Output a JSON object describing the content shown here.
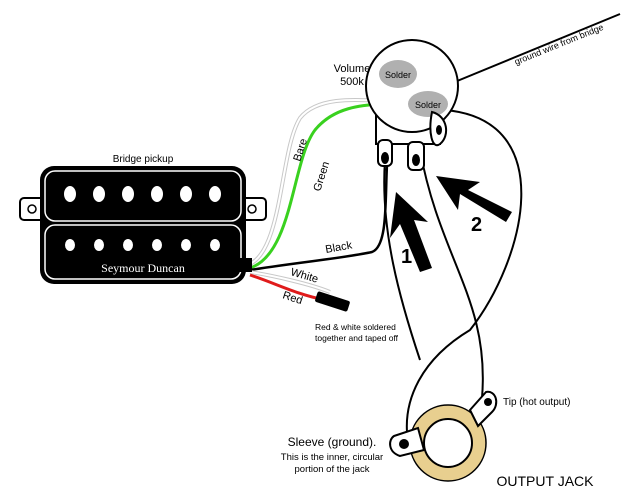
{
  "labels": {
    "bridge_pickup": "Bridge pickup",
    "brand": "Seymour Duncan",
    "volume": "Volume",
    "volume_value": "500k",
    "solder_top": "Solder",
    "solder_bottom": "Solder",
    "ground_wire": "ground wire from bridge",
    "wire_bare": "Bare",
    "wire_green": "Green",
    "wire_black": "Black",
    "wire_white": "White",
    "wire_red": "Red",
    "taped_line1": "Red & white soldered",
    "taped_line2": "together and taped off",
    "arrow_1": "1",
    "arrow_2": "2",
    "tip": "Tip (hot output)",
    "sleeve_line1": "Sleeve (ground).",
    "sleeve_line2": "This is the inner, circular",
    "sleeve_line3": "portion of the jack",
    "output_jack": "OUTPUT JACK"
  },
  "colors": {
    "green_wire": "#39d11f",
    "red_wire": "#e01b1b",
    "pot": "#ffffff",
    "solder": "#b0b0b0",
    "jack_body": "#e8cf8f",
    "pickup": "#000000",
    "mount": "#ffffff"
  }
}
